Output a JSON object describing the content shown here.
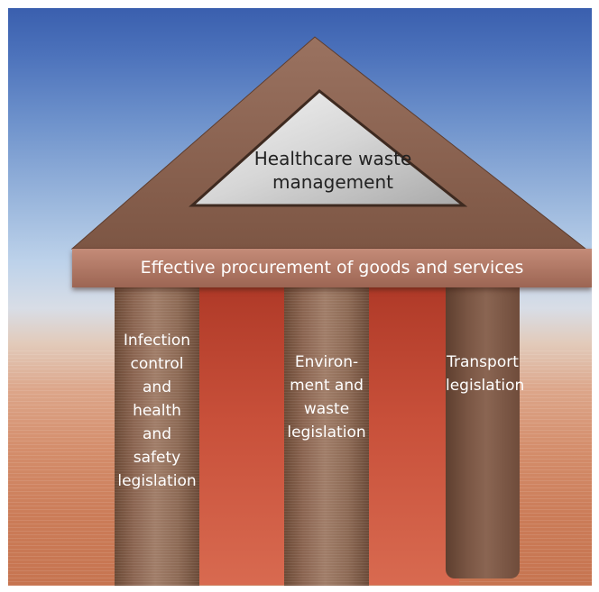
{
  "diagram": {
    "pediment_label": "Healthcare waste\nmanagement",
    "beam_label": "Effective procurement of goods and services",
    "pillars": [
      {
        "label": "Infection\ncontrol\nand\nhealth\nand\nsafety\nlegislation"
      },
      {
        "label": "Environ-\nment and\nwaste\nlegislation"
      },
      {
        "label": "Transport\nlegislation"
      }
    ]
  },
  "colors": {
    "sky_top": "#3a5fae",
    "ground": "#c67450",
    "roof": "#8b6450",
    "beam": "#b27a67",
    "pillar": "#8a6450",
    "pediment_panel": "#d9d9d9"
  }
}
